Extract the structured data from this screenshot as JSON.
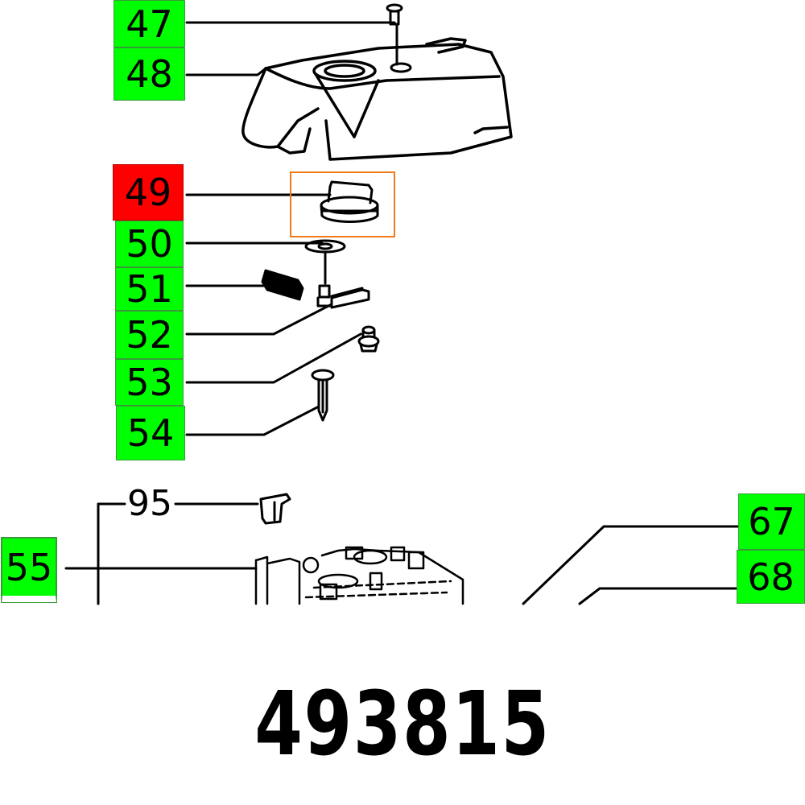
{
  "diagram": {
    "type": "exploded parts diagram",
    "part_number": "493815",
    "highlight_color": "#f07a1a",
    "label_green": "#00ff00",
    "label_red": "#ff0000",
    "callouts": [
      {
        "id": "47",
        "state": "normal"
      },
      {
        "id": "48",
        "state": "normal"
      },
      {
        "id": "49",
        "state": "selected"
      },
      {
        "id": "50",
        "state": "normal"
      },
      {
        "id": "51",
        "state": "normal"
      },
      {
        "id": "52",
        "state": "normal"
      },
      {
        "id": "53",
        "state": "normal"
      },
      {
        "id": "54",
        "state": "normal"
      },
      {
        "id": "55",
        "state": "normal"
      },
      {
        "id": "95",
        "state": "unlabeled"
      },
      {
        "id": "67",
        "state": "normal"
      },
      {
        "id": "68",
        "state": "normal"
      }
    ]
  }
}
